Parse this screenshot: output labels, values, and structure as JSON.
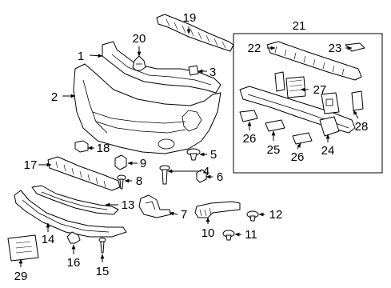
{
  "diagram": {
    "inset_label": "21",
    "callouts": [
      "1",
      "2",
      "3",
      "4",
      "5",
      "6",
      "7",
      "8",
      "9",
      "10",
      "11",
      "12",
      "13",
      "14",
      "15",
      "16",
      "17",
      "18",
      "19",
      "20",
      "22",
      "23",
      "24",
      "25",
      "26",
      "26",
      "27",
      "28",
      "29"
    ]
  }
}
